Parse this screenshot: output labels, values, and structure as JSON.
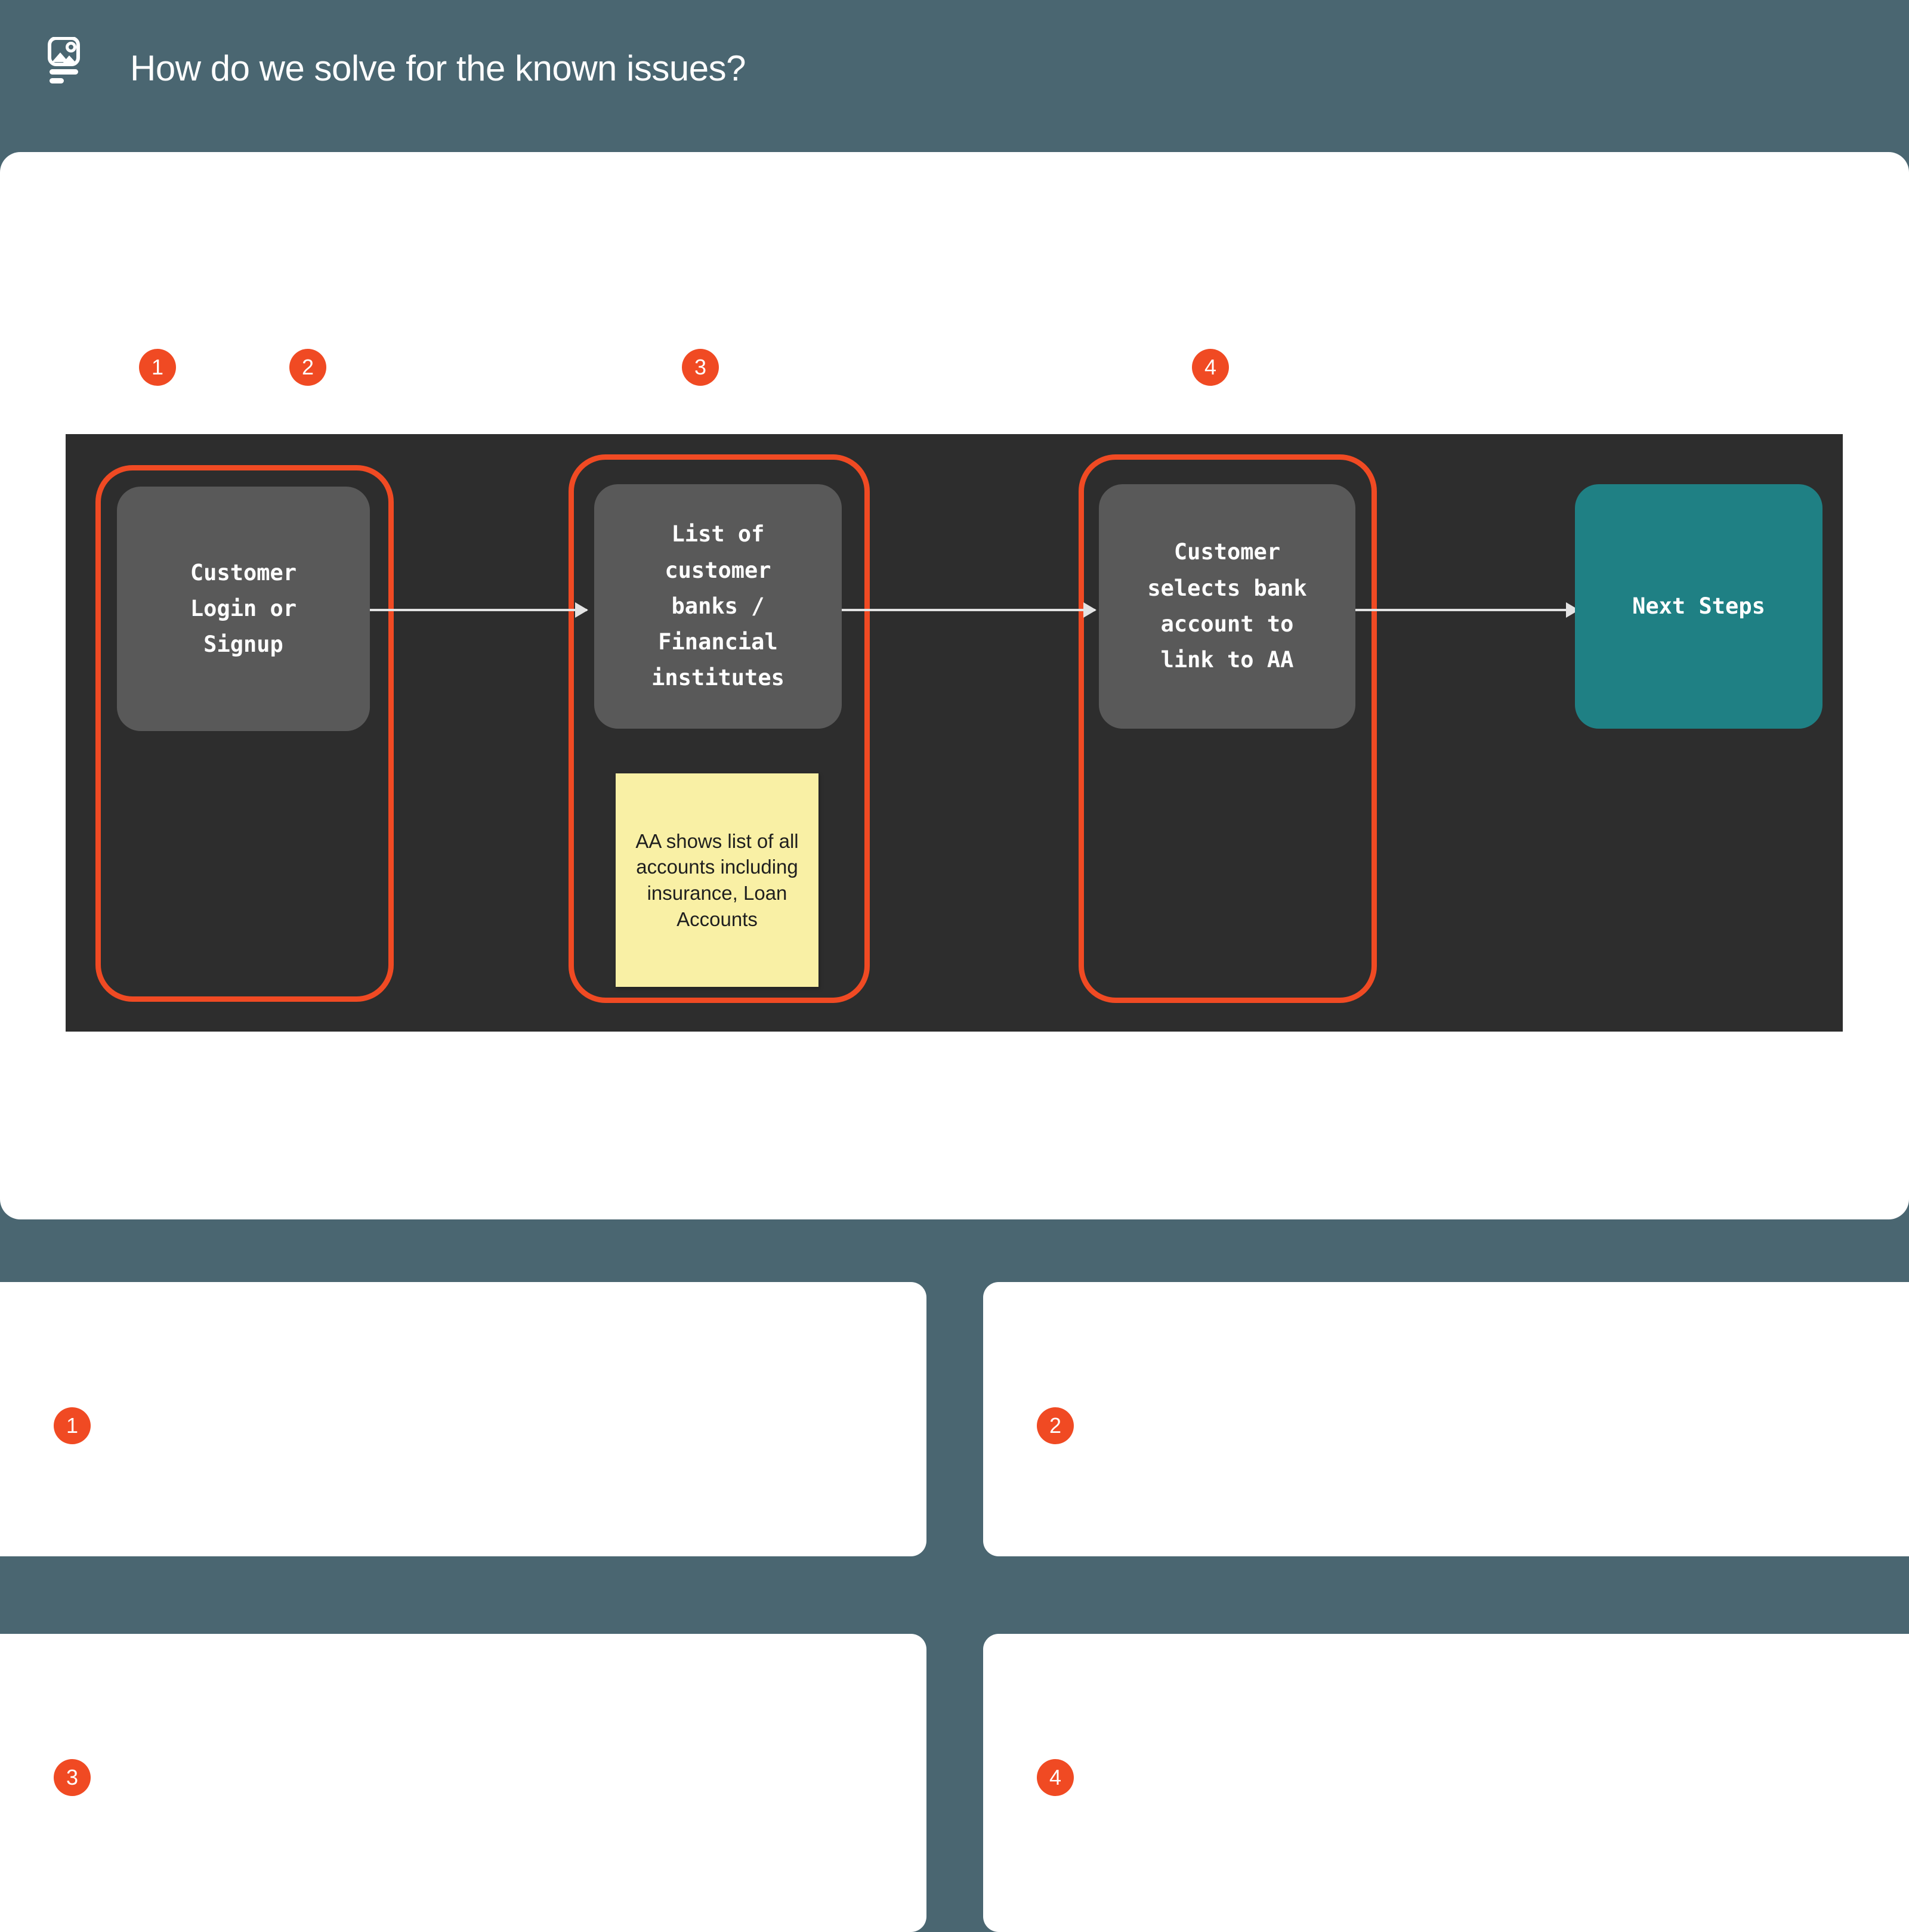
{
  "theme": {
    "page_background": "#4a6671",
    "panel_background": "#ffffff",
    "canvas_background": "#2d2d2d",
    "accent_orange": "#f04a23",
    "node_gray": "#595959",
    "node_teal": "#1f8084",
    "sticky_yellow": "#f9f0a5",
    "connector_gray": "#e3e3e3",
    "header_text": "#ffffff"
  },
  "header": {
    "icon": "image-placeholder-icon",
    "title": "How do we solve for the known issues?"
  },
  "flow": {
    "step_badges": [
      "1",
      "2",
      "3",
      "4"
    ],
    "nodes": [
      {
        "id": "node-1",
        "label": "Customer\nLogin or\nSignup",
        "style": "gray"
      },
      {
        "id": "node-2",
        "label": "List of\ncustomer\nbanks /\nFinancial\ninstitutes",
        "style": "gray"
      },
      {
        "id": "node-3",
        "label": "Customer\nselects bank\naccount to\nlink to AA",
        "style": "gray"
      },
      {
        "id": "node-4",
        "label": "Next Steps",
        "style": "teal"
      }
    ],
    "sticky_note": "AA shows list of all accounts including insurance, Loan Accounts",
    "connectors": [
      "node-1 -> node-2",
      "node-2 -> node-3",
      "node-3 -> node-4"
    ],
    "highlight_groups": [
      "group-1",
      "group-2",
      "group-3"
    ]
  },
  "notes_section": {
    "cards": [
      {
        "badge": "1",
        "body": ""
      },
      {
        "badge": "2",
        "body": ""
      },
      {
        "badge": "3",
        "body": ""
      },
      {
        "badge": "4",
        "body": ""
      }
    ]
  }
}
